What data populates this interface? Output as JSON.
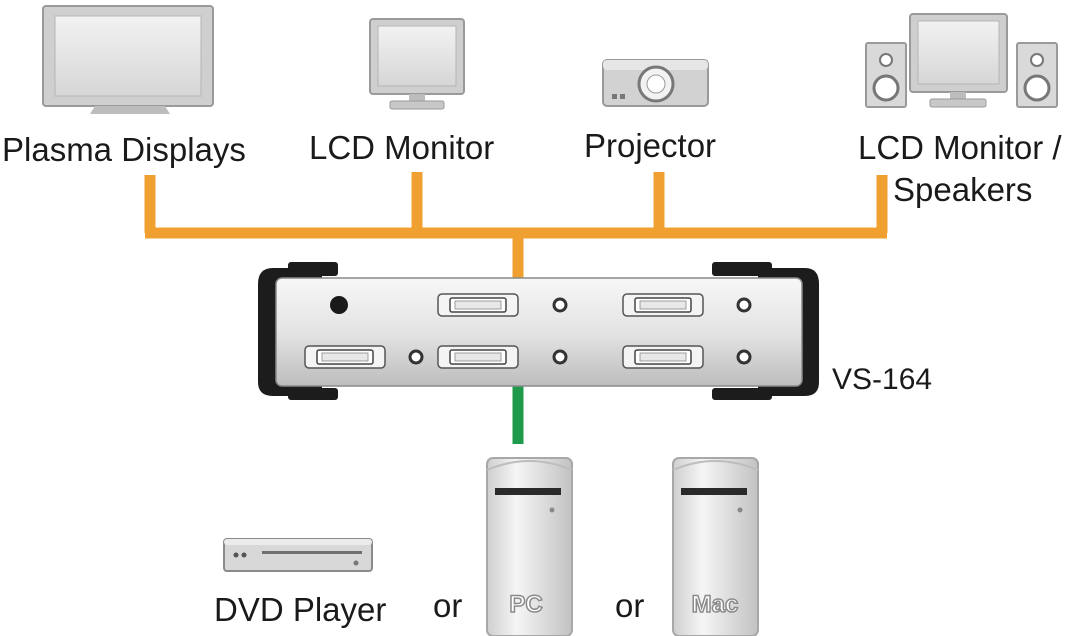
{
  "outputs": [
    {
      "label": "Plasma Displays",
      "icon": "plasma-display-icon"
    },
    {
      "label": "LCD Monitor",
      "icon": "lcd-monitor-icon"
    },
    {
      "label": "Projector",
      "icon": "projector-icon"
    },
    {
      "label": "LCD Monitor /",
      "label2": "Speakers",
      "icon": "lcd-monitor-speakers-icon"
    }
  ],
  "device": {
    "model": "VS-164",
    "icon": "splitter-icon"
  },
  "inputs": [
    {
      "label": "DVD Player",
      "icon": "dvd-player-icon"
    },
    {
      "label": "PC",
      "icon": "pc-tower-icon"
    },
    {
      "label": "Mac",
      "icon": "mac-tower-icon"
    }
  ],
  "connector_word": "or",
  "colors": {
    "output_link": "#f0a030",
    "input_link": "#1e9a4a",
    "device_body": "#e6e6e6",
    "device_end": "#1c1c1c"
  }
}
